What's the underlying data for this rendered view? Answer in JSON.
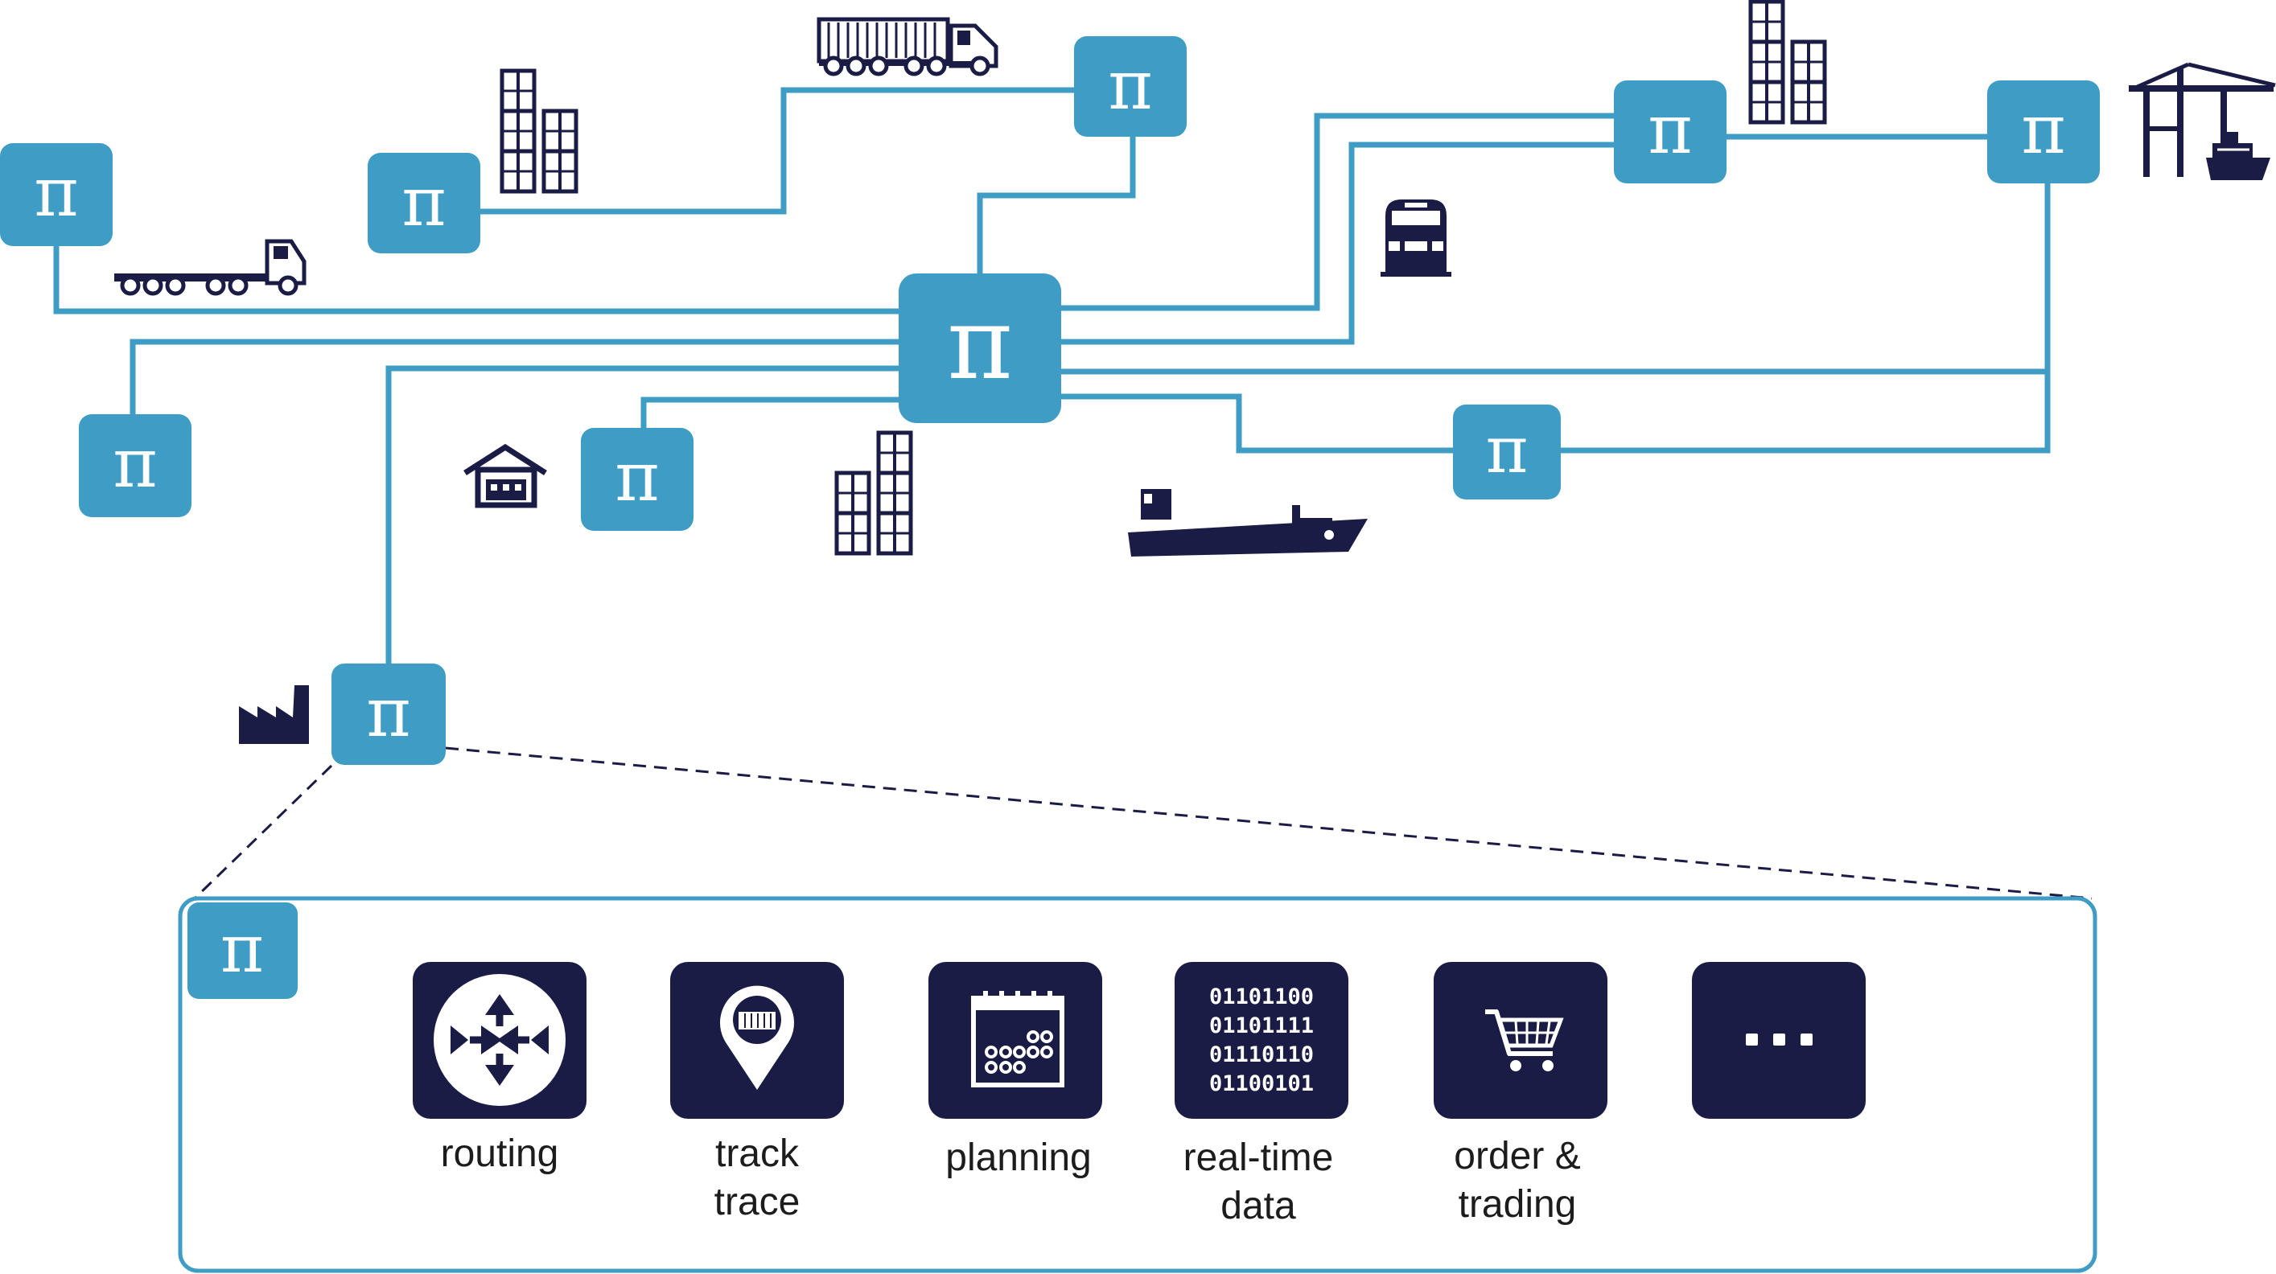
{
  "node_symbol": "π",
  "colors": {
    "node_fill": "#3f9cc4",
    "link_line": "#3f9cc4",
    "icon_dark": "#1b1c45",
    "zoom_frame": "#3f9cc4",
    "dashed_line": "#1b1c45"
  },
  "asset_icons": [
    "truck-icon",
    "container-truck-icon",
    "container-stack-icon",
    "train-icon",
    "ship-icon",
    "port-crane-icon",
    "warehouse-icon",
    "factory-icon"
  ],
  "services": [
    {
      "icon": "routing-icon",
      "lines": [
        "routing"
      ]
    },
    {
      "icon": "track-trace-icon",
      "lines": [
        "track",
        "trace"
      ]
    },
    {
      "icon": "planning-icon",
      "lines": [
        "planning"
      ]
    },
    {
      "icon": "binary-data-icon",
      "lines": [
        "real-time",
        "data"
      ],
      "binary_rows": [
        "01101100",
        "01101111",
        "01110110",
        "01100101"
      ]
    },
    {
      "icon": "cart-icon",
      "lines": [
        "order &",
        "trading"
      ]
    },
    {
      "icon": "more-icon",
      "lines": []
    }
  ]
}
